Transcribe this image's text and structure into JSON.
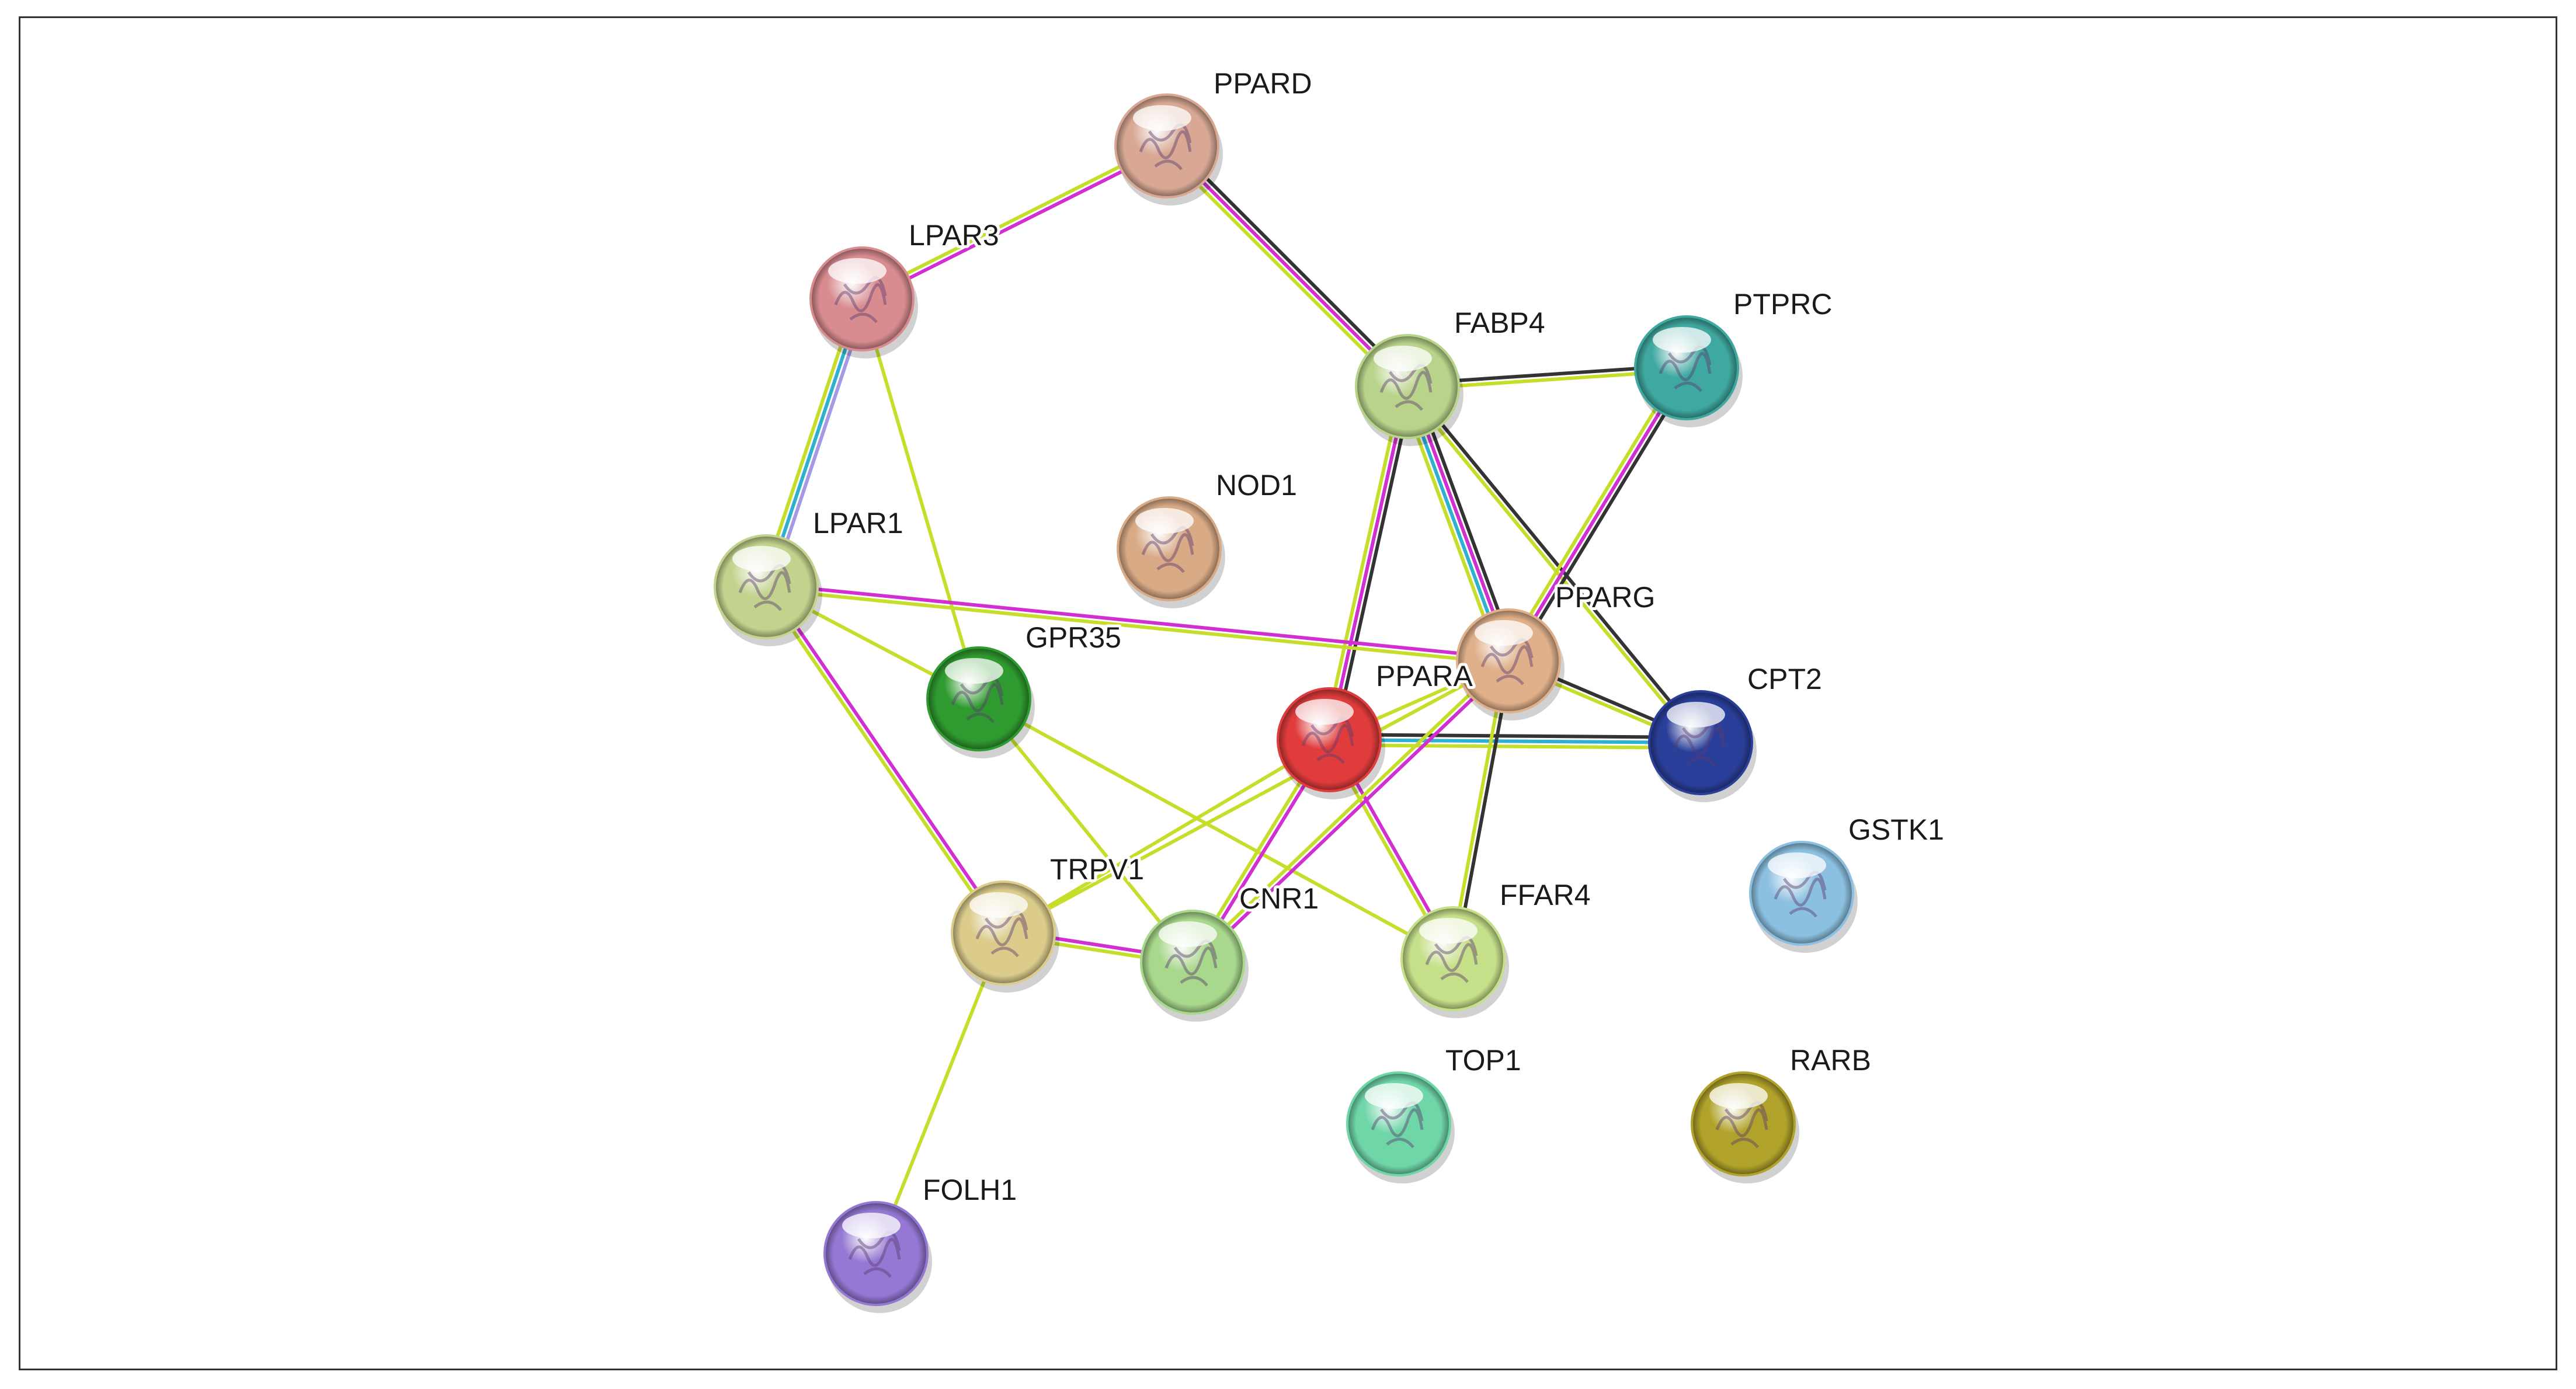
{
  "colors": {
    "background": "#ffffff",
    "frame": "#333333",
    "edge_textmining": "#c6dd2a",
    "edge_experiments": "#d12fd1",
    "edge_coexpression": "#333333",
    "edge_databases": "#2fb0d1",
    "edge_homology": "#a39ae6",
    "edge_neighborhood": "#2fc22f"
  },
  "nodes": [
    {
      "id": "PPARD",
      "label": "PPARD",
      "color": "#d8a894"
    },
    {
      "id": "LPAR3",
      "label": "LPAR3",
      "color": "#d98c90"
    },
    {
      "id": "FABP4",
      "label": "FABP4",
      "color": "#b9d48a"
    },
    {
      "id": "PTPRC",
      "label": "PTPRC",
      "color": "#3fa8a0"
    },
    {
      "id": "NOD1",
      "label": "NOD1",
      "color": "#d9aa86"
    },
    {
      "id": "LPAR1",
      "label": "LPAR1",
      "color": "#c3d38e"
    },
    {
      "id": "PPARG",
      "label": "PPARG",
      "color": "#e0b08a"
    },
    {
      "id": "GPR35",
      "label": "GPR35",
      "color": "#2f9a2f"
    },
    {
      "id": "PPARA",
      "label": "PPARA",
      "color": "#e03c3c"
    },
    {
      "id": "CPT2",
      "label": "CPT2",
      "color": "#2a3f9a"
    },
    {
      "id": "GSTK1",
      "label": "GSTK1",
      "color": "#8cc0e0"
    },
    {
      "id": "TRPV1",
      "label": "TRPV1",
      "color": "#dbcc8c"
    },
    {
      "id": "CNR1",
      "label": "CNR1",
      "color": "#a8d88c"
    },
    {
      "id": "FFAR4",
      "label": "FFAR4",
      "color": "#c6e08a"
    },
    {
      "id": "TOP1",
      "label": "TOP1",
      "color": "#6fd6a8"
    },
    {
      "id": "RARB",
      "label": "RARB",
      "color": "#b0a22a"
    },
    {
      "id": "FOLH1",
      "label": "FOLH1",
      "color": "#9478d4"
    }
  ],
  "edges": [
    {
      "source": "PPARD",
      "target": "LPAR3",
      "types": [
        "experiments",
        "textmining"
      ]
    },
    {
      "source": "PPARD",
      "target": "FABP4",
      "types": [
        "coexpression",
        "experiments",
        "textmining"
      ]
    },
    {
      "source": "LPAR3",
      "target": "LPAR1",
      "types": [
        "homology",
        "databases",
        "textmining"
      ]
    },
    {
      "source": "LPAR3",
      "target": "GPR35",
      "types": [
        "textmining"
      ]
    },
    {
      "source": "FABP4",
      "target": "PTPRC",
      "types": [
        "coexpression",
        "textmining"
      ]
    },
    {
      "source": "FABP4",
      "target": "PPARA",
      "types": [
        "coexpression",
        "experiments",
        "textmining"
      ]
    },
    {
      "source": "FABP4",
      "target": "PPARG",
      "types": [
        "coexpression",
        "experiments",
        "databases",
        "textmining"
      ]
    },
    {
      "source": "FABP4",
      "target": "CPT2",
      "types": [
        "coexpression",
        "textmining"
      ]
    },
    {
      "source": "PTPRC",
      "target": "PPARG",
      "types": [
        "coexpression",
        "experiments",
        "textmining"
      ]
    },
    {
      "source": "LPAR1",
      "target": "PPARG",
      "types": [
        "experiments",
        "textmining"
      ]
    },
    {
      "source": "LPAR1",
      "target": "GPR35",
      "types": [
        "textmining"
      ]
    },
    {
      "source": "LPAR1",
      "target": "TRPV1",
      "types": [
        "experiments",
        "textmining"
      ]
    },
    {
      "source": "GPR35",
      "target": "CNR1",
      "types": [
        "textmining"
      ]
    },
    {
      "source": "GPR35",
      "target": "FFAR4",
      "types": [
        "textmining"
      ]
    },
    {
      "source": "PPARA",
      "target": "PPARG",
      "types": [
        "textmining"
      ]
    },
    {
      "source": "PPARA",
      "target": "CPT2",
      "types": [
        "coexpression",
        "databases",
        "textmining"
      ]
    },
    {
      "source": "PPARA",
      "target": "TRPV1",
      "types": [
        "textmining"
      ]
    },
    {
      "source": "PPARA",
      "target": "CNR1",
      "types": [
        "experiments",
        "textmining"
      ]
    },
    {
      "source": "PPARA",
      "target": "FFAR4",
      "types": [
        "experiments",
        "textmining"
      ]
    },
    {
      "source": "PPARG",
      "target": "CPT2",
      "types": [
        "coexpression",
        "textmining"
      ]
    },
    {
      "source": "PPARG",
      "target": "FFAR4",
      "types": [
        "coexpression",
        "textmining"
      ]
    },
    {
      "source": "PPARG",
      "target": "TRPV1",
      "types": [
        "textmining"
      ]
    },
    {
      "source": "PPARG",
      "target": "CNR1",
      "types": [
        "experiments",
        "textmining"
      ]
    },
    {
      "source": "TRPV1",
      "target": "CNR1",
      "types": [
        "experiments",
        "textmining"
      ]
    },
    {
      "source": "TRPV1",
      "target": "FOLH1",
      "types": [
        "textmining"
      ]
    }
  ]
}
